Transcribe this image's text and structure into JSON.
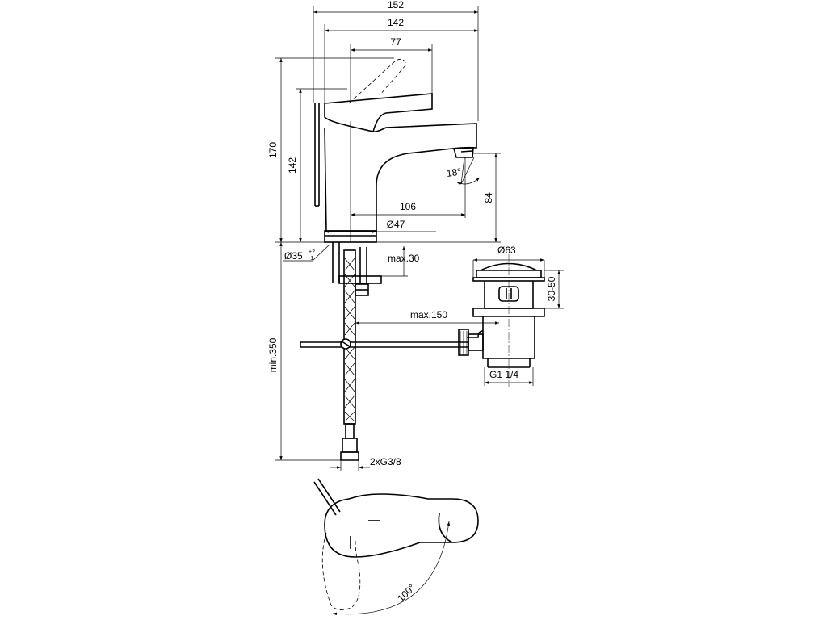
{
  "dimensions": {
    "overall_width": "152",
    "spout_reach": "142",
    "lever_reach": "77",
    "overall_height": "170",
    "lever_height": "142",
    "outlet_height": "84",
    "outlet_reach": "106",
    "base_diameter": "Ø47",
    "hole_diameter": "Ø35",
    "hole_tolerance_plus": "+2",
    "hole_tolerance_minus": "-1",
    "waste_diameter": "Ø63",
    "max_worktop": "max.30",
    "waste_height_range": "30-50",
    "pull_rod_length": "max.150",
    "waste_thread": "G1 1/4",
    "hose_length": "min.350",
    "hose_connection": "2xG3/8",
    "outlet_angle": "18°",
    "lever_rotation": "100°"
  }
}
